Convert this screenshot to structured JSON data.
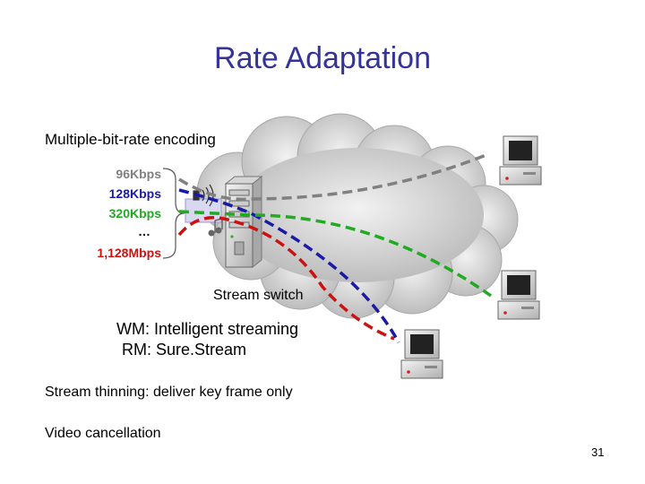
{
  "slide": {
    "title": "Rate Adaptation",
    "page_number": "31"
  },
  "encoding": {
    "label": "Multiple-bit-rate encoding",
    "rates": [
      {
        "label": "96Kbps",
        "color": "#808080"
      },
      {
        "label": "128Kbps",
        "color": "#1a1aa6"
      },
      {
        "label": "320Kbps",
        "color": "#22aa22"
      },
      {
        "label": "…",
        "color": "#000000"
      },
      {
        "label": "1,128Mbps",
        "color": "#cc1111"
      }
    ]
  },
  "notes": {
    "stream_switch": "Stream switch",
    "wm": "WM: Intelligent streaming",
    "rm": "RM: Sure.Stream",
    "thinning": "Stream thinning: deliver key frame only",
    "cancellation": "Video cancellation"
  },
  "colors": {
    "title": "#333399",
    "stream_gray": "#808080",
    "stream_blue": "#1a1aa6",
    "stream_green": "#22aa22",
    "stream_red": "#cc1111",
    "cloud": "#c8c8c8"
  },
  "icons": [
    "server-icon",
    "desktop-computer-icon",
    "music-note-icon",
    "cloud-icon"
  ]
}
